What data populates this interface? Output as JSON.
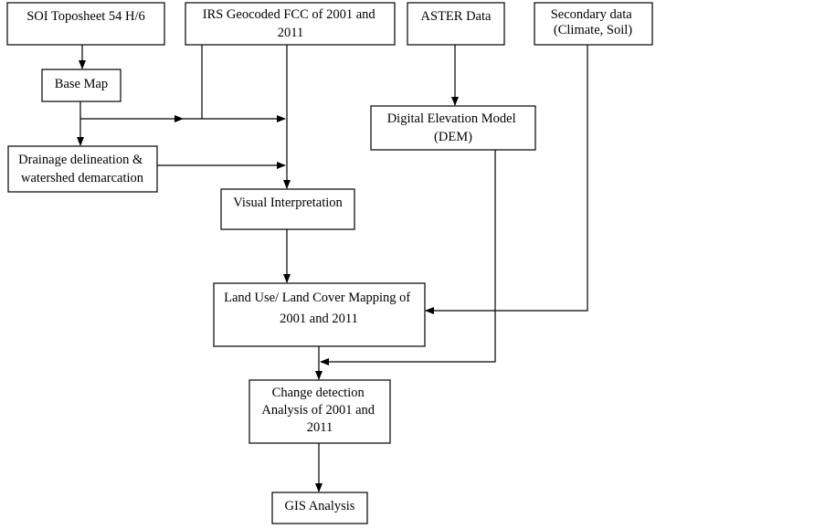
{
  "nodes": {
    "soi_toposheet": [
      "SOI Toposheet 54 H/6"
    ],
    "irs_fcc": [
      "IRS Geocoded FCC of 2001 and",
      "2011"
    ],
    "aster_data": [
      "ASTER Data"
    ],
    "secondary_data": [
      "Secondary data",
      "(Climate, Soil)"
    ],
    "base_map": [
      "Base Map"
    ],
    "dem": [
      "Digital Elevation Model",
      "(DEM)"
    ],
    "drainage": [
      "Drainage delineation &",
      "watershed demarcation"
    ],
    "visual_interp": [
      "Visual Interpretation"
    ],
    "lulc_mapping": [
      "Land Use/ Land Cover Mapping of",
      "2001 and 2011"
    ],
    "change_detection": [
      "Change detection",
      "Analysis of 2001 and",
      "2011"
    ],
    "gis_analysis": [
      "GIS Analysis"
    ]
  },
  "colors": {
    "stroke": "#000000",
    "background": "#ffffff",
    "text": "#000000"
  }
}
